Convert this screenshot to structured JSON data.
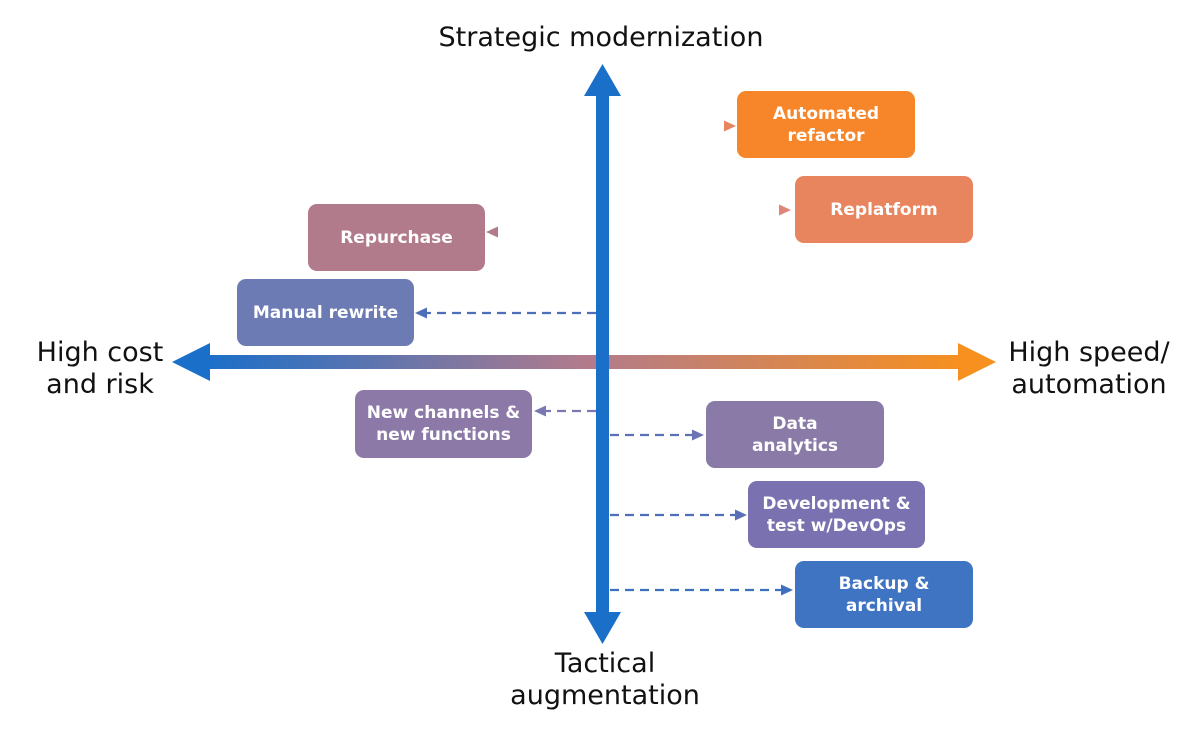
{
  "axes": {
    "top": "Strategic modernization",
    "bottom": "Tactical\naugmentation",
    "left": "High cost\nand risk",
    "right": "High speed/\nautomation"
  },
  "colors": {
    "axis_blue": "#1a6fc9",
    "axis_orange": "#f7901e"
  },
  "boxes": [
    {
      "id": "automated-refactor",
      "label": "Automated\nrefactor",
      "color": "#f7862a"
    },
    {
      "id": "replatform",
      "label": "Replatform",
      "color": "#e8845e"
    },
    {
      "id": "repurchase",
      "label": "Repurchase",
      "color": "#b27b8c"
    },
    {
      "id": "manual-rewrite",
      "label": "Manual rewrite",
      "color": "#6d7bb5"
    },
    {
      "id": "new-channels",
      "label": "New channels &\nnew functions",
      "color": "#8c79a8"
    },
    {
      "id": "data-analytics",
      "label": "Data\nanalytics",
      "color": "#8a7aa8"
    },
    {
      "id": "devops",
      "label": "Development &\ntest w/DevOps",
      "color": "#7a72b0"
    },
    {
      "id": "backup",
      "label": "Backup & archival",
      "color": "#3e74c2"
    }
  ]
}
